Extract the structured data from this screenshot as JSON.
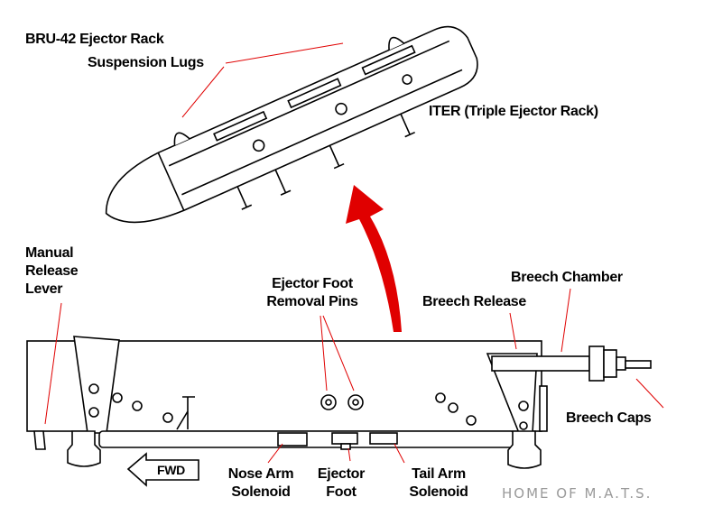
{
  "labels": {
    "bru42": "BRU-42 Ejector Rack",
    "suspension_lugs": "Suspension Lugs",
    "iter": "ITER (Triple Ejector Rack)",
    "manual_release_lever": [
      "Manual",
      "Release",
      "Lever"
    ],
    "ejector_foot_removal_pins": [
      "Ejector Foot",
      "Removal Pins"
    ],
    "breech_chamber": "Breech Chamber",
    "breech_release": "Breech Release",
    "breech_caps": "Breech Caps",
    "fwd": "FWD",
    "nose_arm_solenoid": [
      "Nose Arm",
      "Solenoid"
    ],
    "ejector_foot": [
      "Ejector",
      "Foot"
    ],
    "tail_arm_solenoid": [
      "Tail Arm",
      "Solenoid"
    ]
  },
  "watermark": "HOME OF M.A.T.S.",
  "colors": {
    "leader_lines": "#e00000",
    "arrow": "#e00000",
    "watermark": "#9a9a9a"
  }
}
